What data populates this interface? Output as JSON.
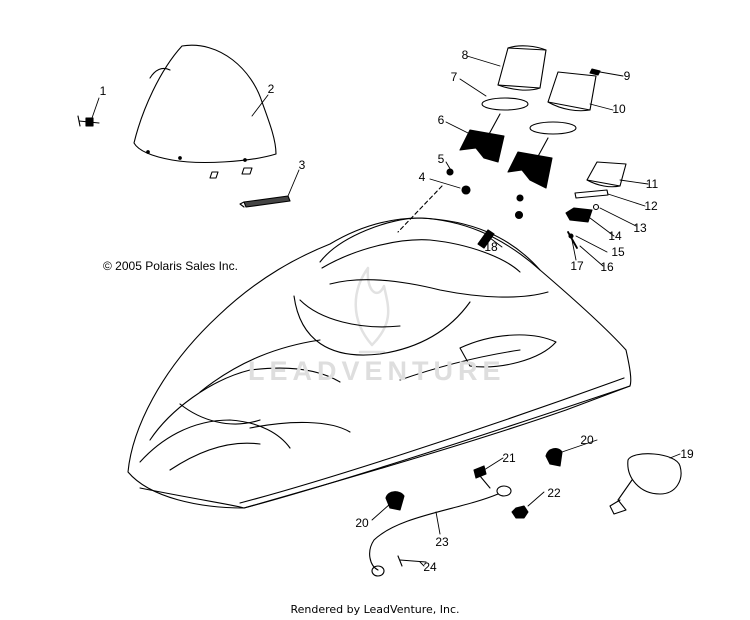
{
  "diagram": {
    "copyright": "© 2005 Polaris Sales Inc.",
    "footer": "Rendered by LeadVenture, Inc.",
    "watermark": "LEADVENTURE",
    "callouts": [
      "1",
      "2",
      "3",
      "4",
      "5",
      "6",
      "7",
      "8",
      "9",
      "10",
      "11",
      "12",
      "13",
      "14",
      "15",
      "16",
      "17",
      "18",
      "19",
      "20",
      "20",
      "21",
      "22",
      "23",
      "24"
    ]
  }
}
